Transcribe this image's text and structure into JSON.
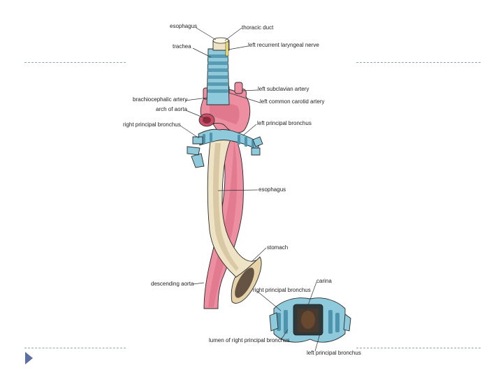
{
  "labels": {
    "esophagus_top": "esophagus",
    "thoracic_duct": "thoracic duct",
    "trachea": "trachea",
    "left_recurrent_laryngeal_nerve": "left recurrent laryngeal nerve",
    "left_subclavian_artery": "left subclavian artery",
    "brachiocephalic_artery": "brachiocephalic artery",
    "left_common_carotid_artery": "left common carotid artery",
    "arch_of_aorta": "arch of aorta",
    "right_principal_bronchus": "right principal bronchus",
    "left_principal_bronchus": "left principal bronchus",
    "esophagus_mid": "esophagus",
    "stomach": "stomach",
    "descending_aorta": "descending aorta",
    "carina": "carina",
    "right_principal_bronchus_inset": "right principal bronchus",
    "lumen_of_right_principal_bronchus": "lumen of right principal bronchus",
    "left_principal_bronchus_inset": "left principal bronchus"
  },
  "colors": {
    "aorta": "#ee8fa1",
    "aorta_shade": "#d86b82",
    "esophagus": "#efe3c6",
    "esophagus_shade": "#c9b68e",
    "trachea": "#8fc9dc",
    "trachea_shade": "#4f94ad",
    "cartilage_dark": "#2e3a3c",
    "rule": "#9aa3b5",
    "bullet": "#5b6fa0"
  },
  "icons": {
    "bullet": "triangle-right-icon"
  }
}
